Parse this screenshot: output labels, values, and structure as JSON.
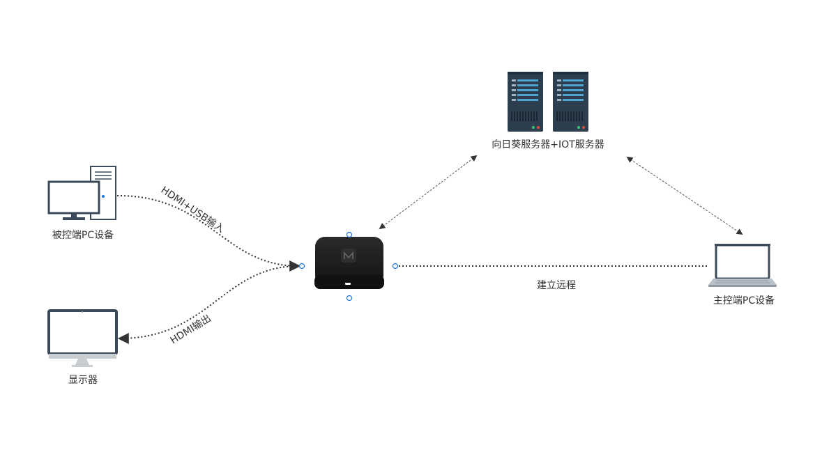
{
  "nodes": {
    "controlled_pc": {
      "label": "被控端PC设备"
    },
    "monitor": {
      "label": "显示器"
    },
    "servers": {
      "label": "向日葵服务器+IOT服务器"
    },
    "master_pc": {
      "label": "主控端PC设备"
    },
    "box": {
      "label": ""
    }
  },
  "edges": {
    "hdmi_usb_in": {
      "label": "HDMI+USB输入"
    },
    "hdmi_out": {
      "label": "HDMI输出"
    },
    "remote": {
      "label": "建立远程"
    }
  },
  "colors": {
    "line": "#333333",
    "dashed_line": "#555555",
    "handle": "#1a73e8",
    "server_body": "#2d3e4e",
    "server_slot": "#4fa3d1",
    "monitor_frame": "#3a4a5a",
    "box_body": "#1b1b1b"
  }
}
